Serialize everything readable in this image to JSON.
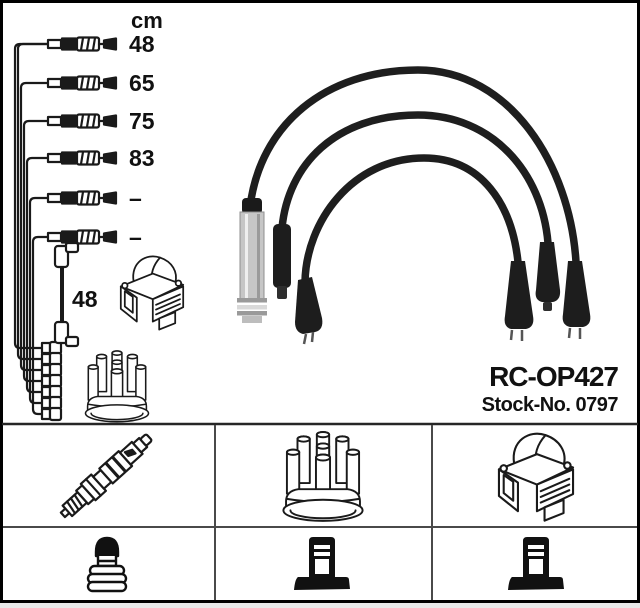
{
  "product": {
    "part_number": "RC-OP427",
    "stock_label": "Stock-No. 0797"
  },
  "measurements": {
    "unit_header": "cm",
    "cable_lengths": [
      "48",
      "65",
      "75",
      "83",
      "–",
      "–"
    ],
    "coil_wire_length": "48"
  },
  "legend_icons": {
    "row1": [
      "spark-plug-icon",
      "distributor-cap-icon",
      "ignition-coil-icon"
    ],
    "row2": [
      "terminal-nut-icon",
      "straight-boot-icon",
      "straight-boot-icon"
    ]
  },
  "colors": {
    "line_art": "#1a1a1a",
    "wire_photo": "#1e1e1e",
    "metal_boot": "#c6c6c6",
    "grid_line": "#4a4a4a",
    "border": "#000000",
    "background": "#ffffff"
  }
}
